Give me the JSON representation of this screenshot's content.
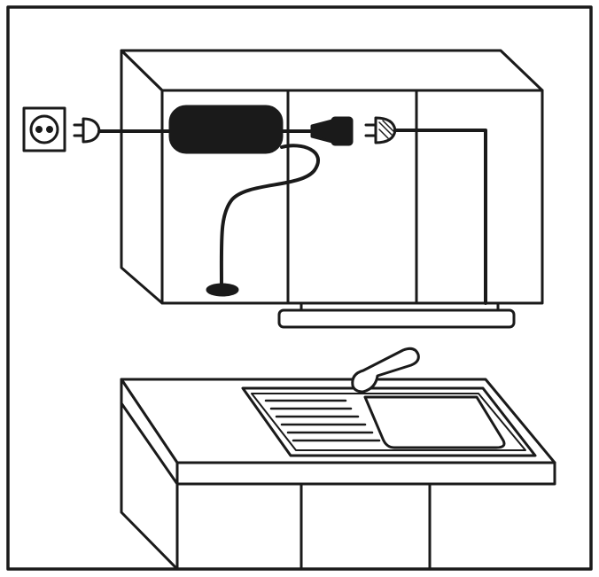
{
  "diagram": {
    "colors": {
      "line": "#1a1a1a",
      "fill": "#ffffff",
      "background": "#ffffff"
    },
    "components": [
      {
        "id": "wall-socket",
        "icon": "socket-icon"
      },
      {
        "id": "mains-plug",
        "icon": "plug-icon"
      },
      {
        "id": "transformer",
        "icon": "transformer-icon"
      },
      {
        "id": "connector",
        "icon": "connector-icon"
      },
      {
        "id": "light-plug",
        "icon": "plug-icon"
      },
      {
        "id": "wall-cabinet"
      },
      {
        "id": "under-cabinet-light"
      },
      {
        "id": "countertop"
      },
      {
        "id": "sink"
      },
      {
        "id": "faucet",
        "icon": "faucet-icon"
      }
    ]
  }
}
